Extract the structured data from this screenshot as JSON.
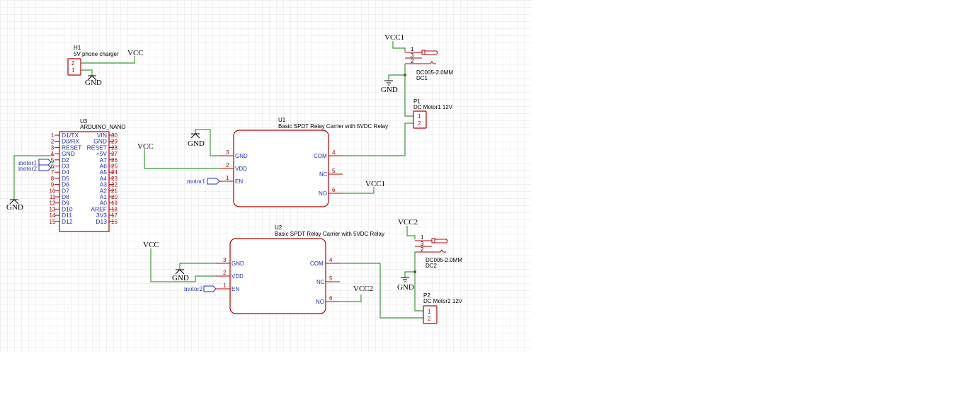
{
  "nets": {
    "vcc": "VCC",
    "vcc1": "VCC1",
    "vcc2": "VCC2",
    "gnd": "GND",
    "motor1": "motor1",
    "motor2": "motor2"
  },
  "h1": {
    "ref": "H1",
    "value": "5V phone charger",
    "pins": [
      "2",
      "1"
    ]
  },
  "u3": {
    "ref": "U3",
    "value": "ARDUINO_NANO",
    "left_nums": [
      "1",
      "2",
      "3",
      "4",
      "5",
      "6",
      "7",
      "8",
      "9",
      "10",
      "11",
      "12",
      "13",
      "14",
      "15"
    ],
    "left_names": [
      "D1/TX",
      "D0/RX",
      "RESET",
      "GND",
      "D2",
      "D3",
      "D4",
      "D5",
      "D6",
      "D7",
      "D8",
      "D9",
      "D10",
      "D11",
      "D12"
    ],
    "right_names": [
      "VIN",
      "GND",
      "RESET",
      "+5V",
      "A7",
      "A6",
      "A5",
      "A4",
      "A3",
      "A2",
      "A1",
      "A0",
      "AREF",
      "3V3",
      "D13"
    ],
    "right_nums": [
      "30",
      "29",
      "28",
      "27",
      "26",
      "25",
      "24",
      "23",
      "22",
      "21",
      "20",
      "19",
      "18",
      "17",
      "16"
    ]
  },
  "u1": {
    "ref": "U1",
    "value": "Basic SPDT Relay Carrier with 5VDC Relay",
    "pins": {
      "gnd": "GND",
      "vdd": "VDD",
      "en": "EN",
      "com": "COM",
      "nc": "NC",
      "no": "NO"
    },
    "nums": {
      "gnd": "3",
      "vdd": "2",
      "en": "1",
      "com": "4",
      "nc": "5",
      "no": "6"
    }
  },
  "u2": {
    "ref": "U2",
    "value": "Basic SPDT Relay Carrier with 5VDC Relay",
    "pins": {
      "gnd": "GND",
      "vdd": "VDD",
      "en": "EN",
      "com": "COM",
      "nc": "NC",
      "no": "NO"
    },
    "nums": {
      "gnd": "3",
      "vdd": "2",
      "en": "1",
      "com": "4",
      "nc": "5",
      "no": "6"
    }
  },
  "dc1": {
    "ref": "DC1",
    "value": "DC005-2.0MM",
    "pins": [
      "1",
      "3",
      "2"
    ]
  },
  "dc2": {
    "ref": "DC2",
    "value": "DC005-2.0MM",
    "pins": [
      "1",
      "3",
      "2"
    ]
  },
  "p1": {
    "ref": "P1",
    "value": "DC Motor1 12V",
    "pins": [
      "1",
      "2"
    ]
  },
  "p2": {
    "ref": "P2",
    "value": "DC Motor2 12V",
    "pins": [
      "1",
      "2"
    ]
  }
}
